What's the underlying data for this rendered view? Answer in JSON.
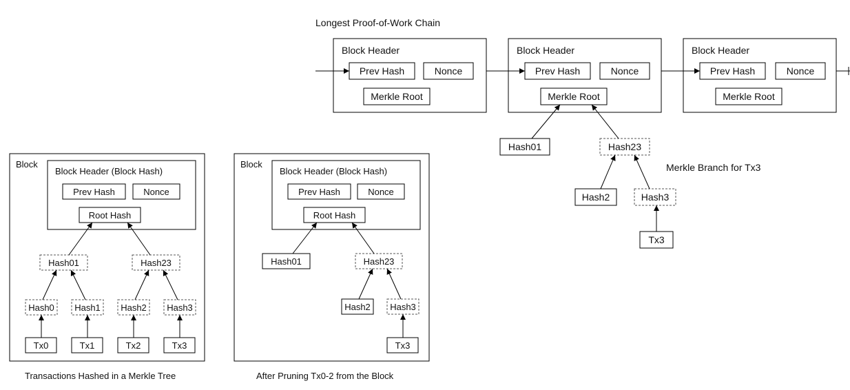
{
  "chain": {
    "title": "Longest Proof-of-Work Chain",
    "block_header": "Block Header",
    "prev_hash": "Prev Hash",
    "nonce": "Nonce",
    "merkle_root": "Merkle Root",
    "hash01": "Hash01",
    "hash23": "Hash23",
    "hash2": "Hash2",
    "hash3": "Hash3",
    "tx3": "Tx3",
    "branch_label": "Merkle Branch for Tx3"
  },
  "tree": {
    "block": "Block",
    "header": "Block Header (Block Hash)",
    "prev_hash": "Prev Hash",
    "nonce": "Nonce",
    "root_hash": "Root Hash",
    "hash01": "Hash01",
    "hash23": "Hash23",
    "hash0": "Hash0",
    "hash1": "Hash1",
    "hash2": "Hash2",
    "hash3": "Hash3",
    "tx0": "Tx0",
    "tx1": "Tx1",
    "tx2": "Tx2",
    "tx3": "Tx3",
    "caption": "Transactions Hashed in a Merkle Tree"
  },
  "pruned": {
    "block": "Block",
    "header": "Block Header (Block Hash)",
    "prev_hash": "Prev Hash",
    "nonce": "Nonce",
    "root_hash": "Root Hash",
    "hash01": "Hash01",
    "hash23": "Hash23",
    "hash2": "Hash2",
    "hash3": "Hash3",
    "tx3": "Tx3",
    "caption": "After Pruning Tx0-2 from the Block"
  }
}
